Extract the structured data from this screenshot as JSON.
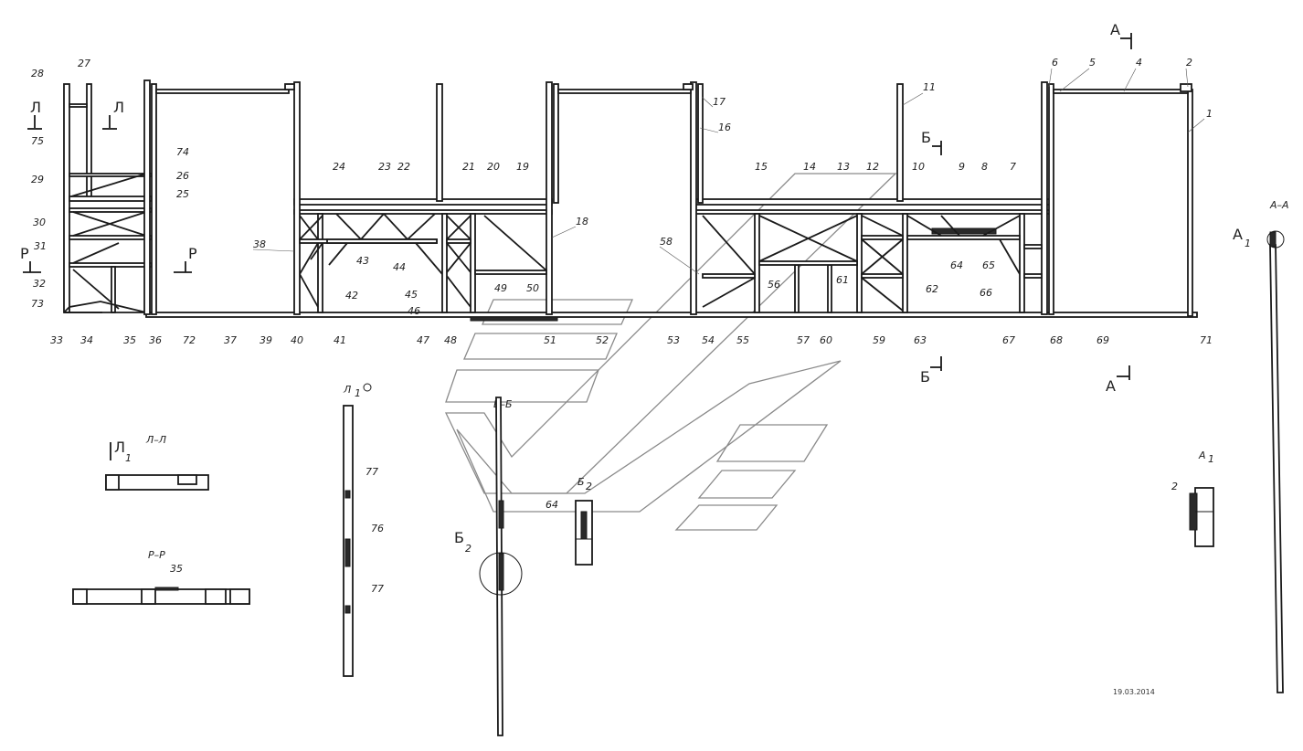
{
  "drawing": {
    "date": "19.03.2014",
    "section_marks": {
      "A": "А",
      "B": "Б",
      "L": "Л",
      "R": "Р"
    },
    "view_titles": {
      "aa": "А–А",
      "a1": "А",
      "a1_sub": "1",
      "bb": "Б–Б",
      "b2": "Б",
      "b2_sub": "2",
      "b2_title": "Б",
      "ll": "Л–Л",
      "l1": "Л",
      "l1_sub": "1",
      "l1_title": "Л",
      "rr": "Р–Р"
    },
    "part_numbers": {
      "top_right": [
        "1",
        "2",
        "4",
        "5",
        "6",
        "7",
        "8",
        "9",
        "10",
        "11",
        "12",
        "13",
        "14",
        "15",
        "16",
        "17",
        "18",
        "19",
        "20",
        "21",
        "22",
        "23",
        "24",
        "25",
        "26",
        "27",
        "28",
        "29",
        "30",
        "31",
        "32",
        "33",
        "34",
        "35",
        "36",
        "37",
        "38",
        "39",
        "40",
        "41",
        "42",
        "43",
        "44",
        "45",
        "46",
        "47",
        "48",
        "49",
        "50",
        "51",
        "52",
        "53",
        "54",
        "55",
        "56",
        "57",
        "58",
        "59",
        "60",
        "61",
        "62",
        "63",
        "64",
        "65",
        "66",
        "67",
        "68",
        "69",
        "71",
        "72",
        "73",
        "74",
        "75"
      ],
      "detail_l1": [
        "77",
        "76",
        "77"
      ],
      "detail_rr": "35",
      "detail_b2": "64",
      "detail_a1": "2"
    }
  }
}
